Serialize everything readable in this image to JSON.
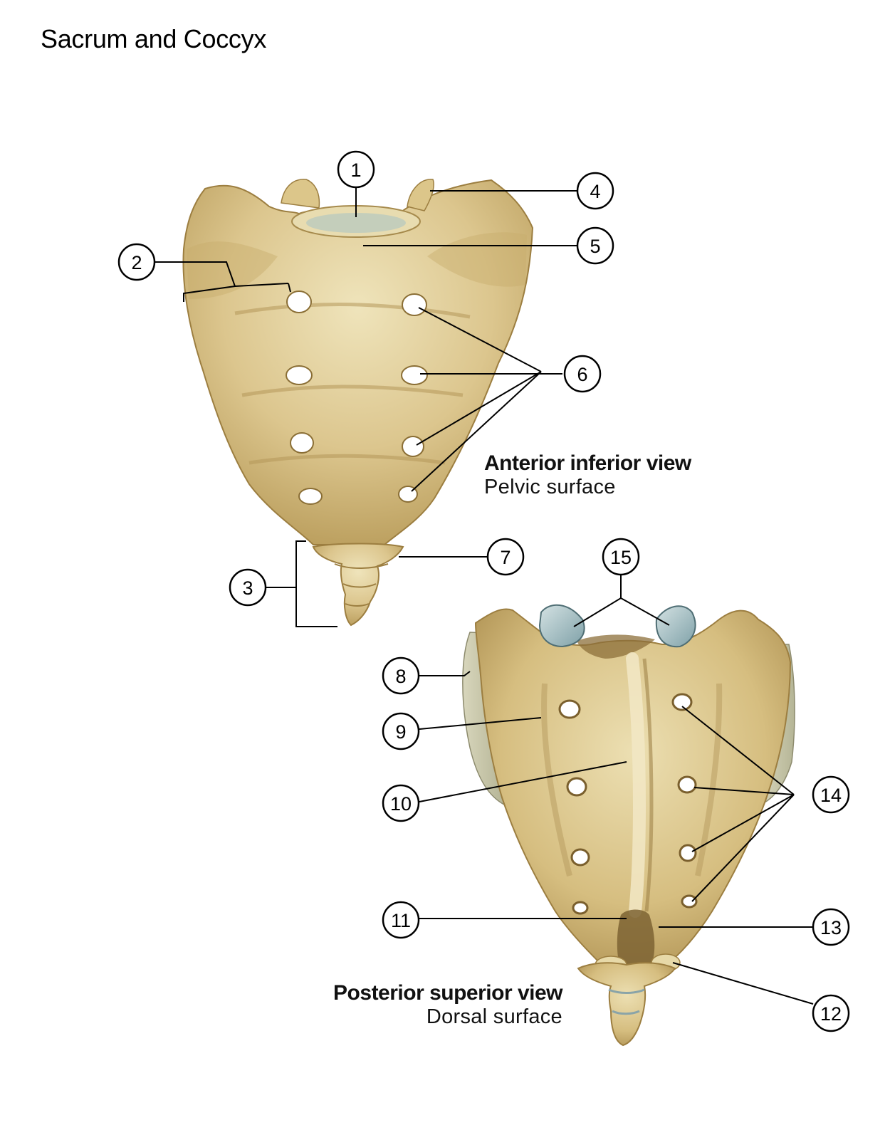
{
  "title": "Sacrum and Coccyx",
  "views": {
    "anterior": {
      "title": "Anterior inferior view",
      "subtitle": "Pelvic surface"
    },
    "posterior": {
      "title": "Posterior superior view",
      "subtitle": "Dorsal surface"
    }
  },
  "callouts": [
    "1",
    "2",
    "3",
    "4",
    "5",
    "6",
    "7",
    "8",
    "9",
    "10",
    "11",
    "12",
    "13",
    "14",
    "15"
  ],
  "colors": {
    "bone_light": "#e9dcaa",
    "bone_mid": "#d2bc7d",
    "bone_dark": "#a88a4a",
    "cartilage": "#a9c3c8",
    "foramen": "#ffffff",
    "leader_line": "#000000"
  }
}
